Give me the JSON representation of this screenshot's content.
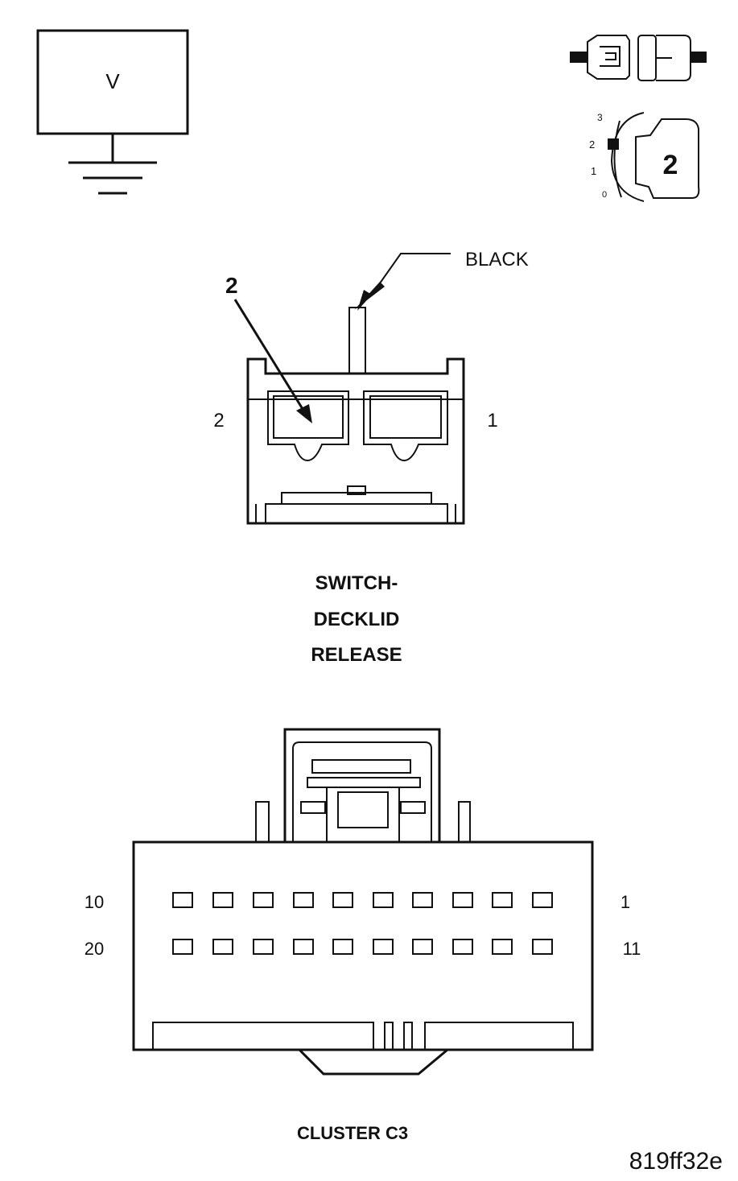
{
  "meter": {
    "label": "V"
  },
  "ignition": {
    "positions": [
      "3",
      "2",
      "1",
      "0"
    ],
    "key_position": "2"
  },
  "switch_connector": {
    "wire_color": "BLACK",
    "callout": "2",
    "pin_left": "2",
    "pin_right": "1",
    "title_lines": [
      "SWITCH-",
      "DECKLID",
      "RELEASE"
    ]
  },
  "cluster_connector": {
    "row1_left": "10",
    "row1_right": "1",
    "row2_left": "20",
    "row2_right": "11",
    "title": "CLUSTER C3"
  },
  "figure_id": "819ff32e",
  "colors": {
    "ink": "#111111",
    "background": "#ffffff"
  }
}
